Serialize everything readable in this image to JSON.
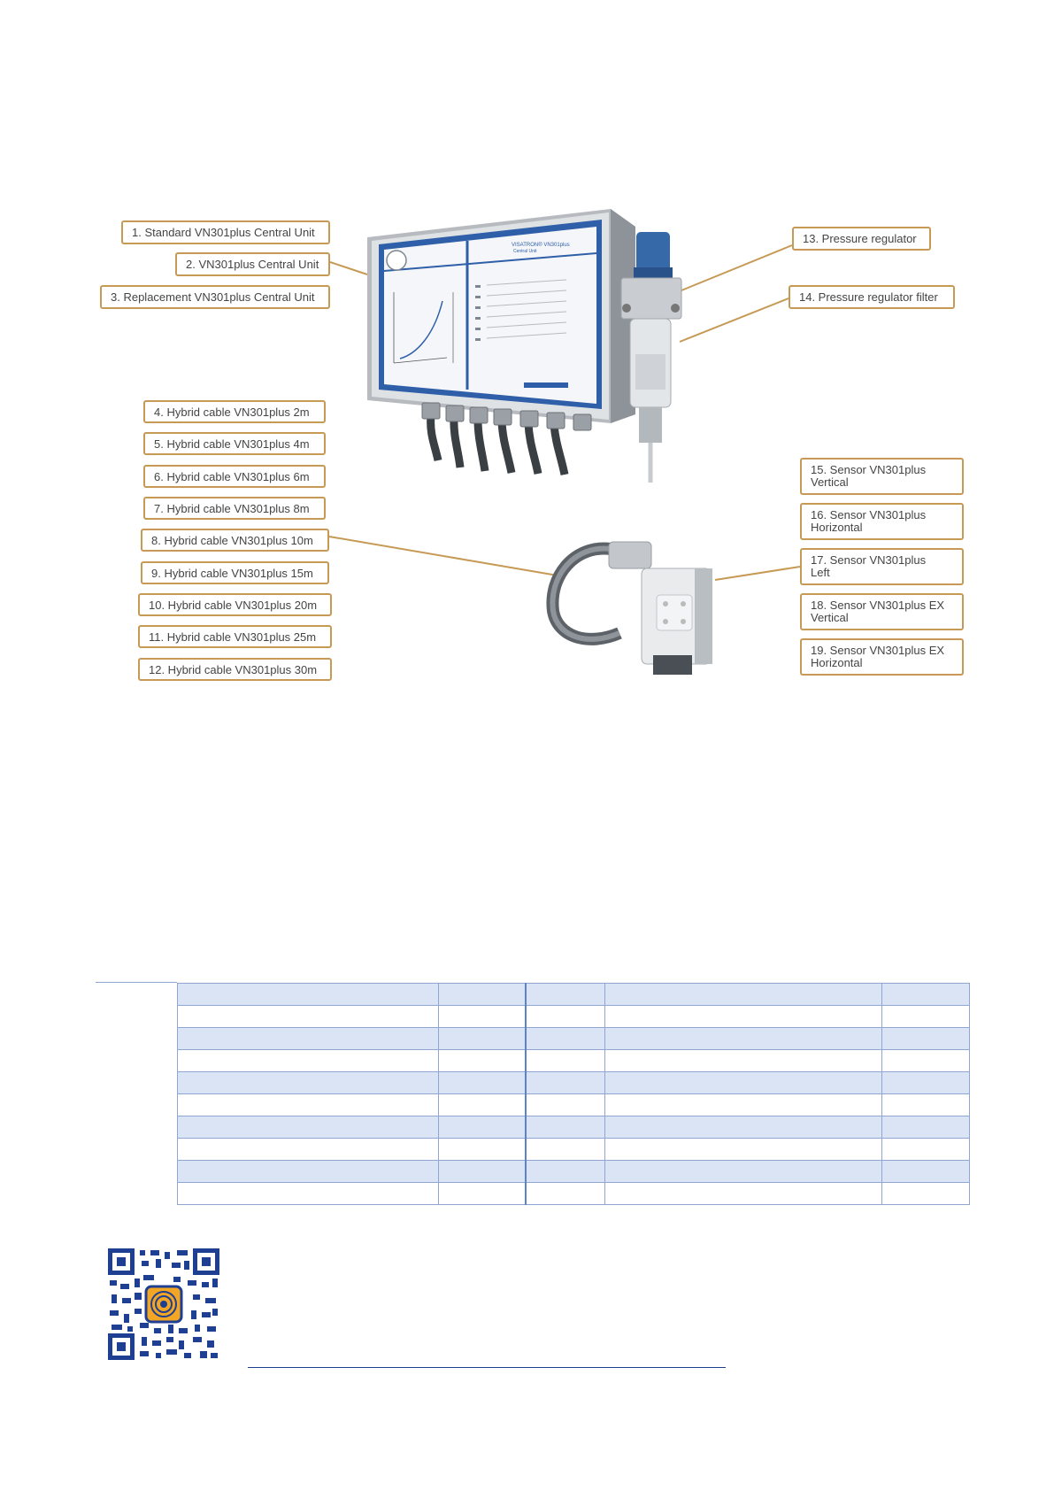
{
  "labels_left": [
    "1. Standard VN301plus Central Unit",
    "2. VN301plus Central Unit",
    "3. Replacement VN301plus Central Unit",
    "4. Hybrid cable VN301plus 2m",
    "5. Hybrid cable VN301plus 4m",
    "6. Hybrid cable VN301plus 6m",
    "7. Hybrid cable VN301plus 8m",
    "8. Hybrid cable VN301plus 10m",
    "9. Hybrid cable VN301plus 15m",
    "10. Hybrid cable VN301plus 20m",
    "11. Hybrid cable VN301plus 25m",
    "12. Hybrid cable VN301plus 30m"
  ],
  "labels_right": [
    "13. Pressure regulator",
    "14. Pressure regulator filter"
  ],
  "sensor_labels": [
    {
      "line1": "15. Sensor VN301plus",
      "line2": "Vertical"
    },
    {
      "line1": "16. Sensor VN301plus",
      "line2": "Horizontal"
    },
    {
      "line1": "17. Sensor VN301plus",
      "line2": "Left"
    },
    {
      "line1": "18. Sensor VN301plus EX",
      "line2": "Vertical"
    },
    {
      "line1": "19. Sensor VN301plus EX",
      "line2": "Horizontal"
    }
  ],
  "central_unit_panel": {
    "brand": "VISATRON® VN301plus",
    "subtitle": "Central Unit"
  },
  "colors": {
    "label_border": "#c69a55",
    "leader_line": "#c69a55",
    "table_alt_row": "#dbe4f5",
    "table_border": "#8fa6d3",
    "panel_blue": "#2f5fa8"
  },
  "qr_center_icon": "target-logo-icon"
}
